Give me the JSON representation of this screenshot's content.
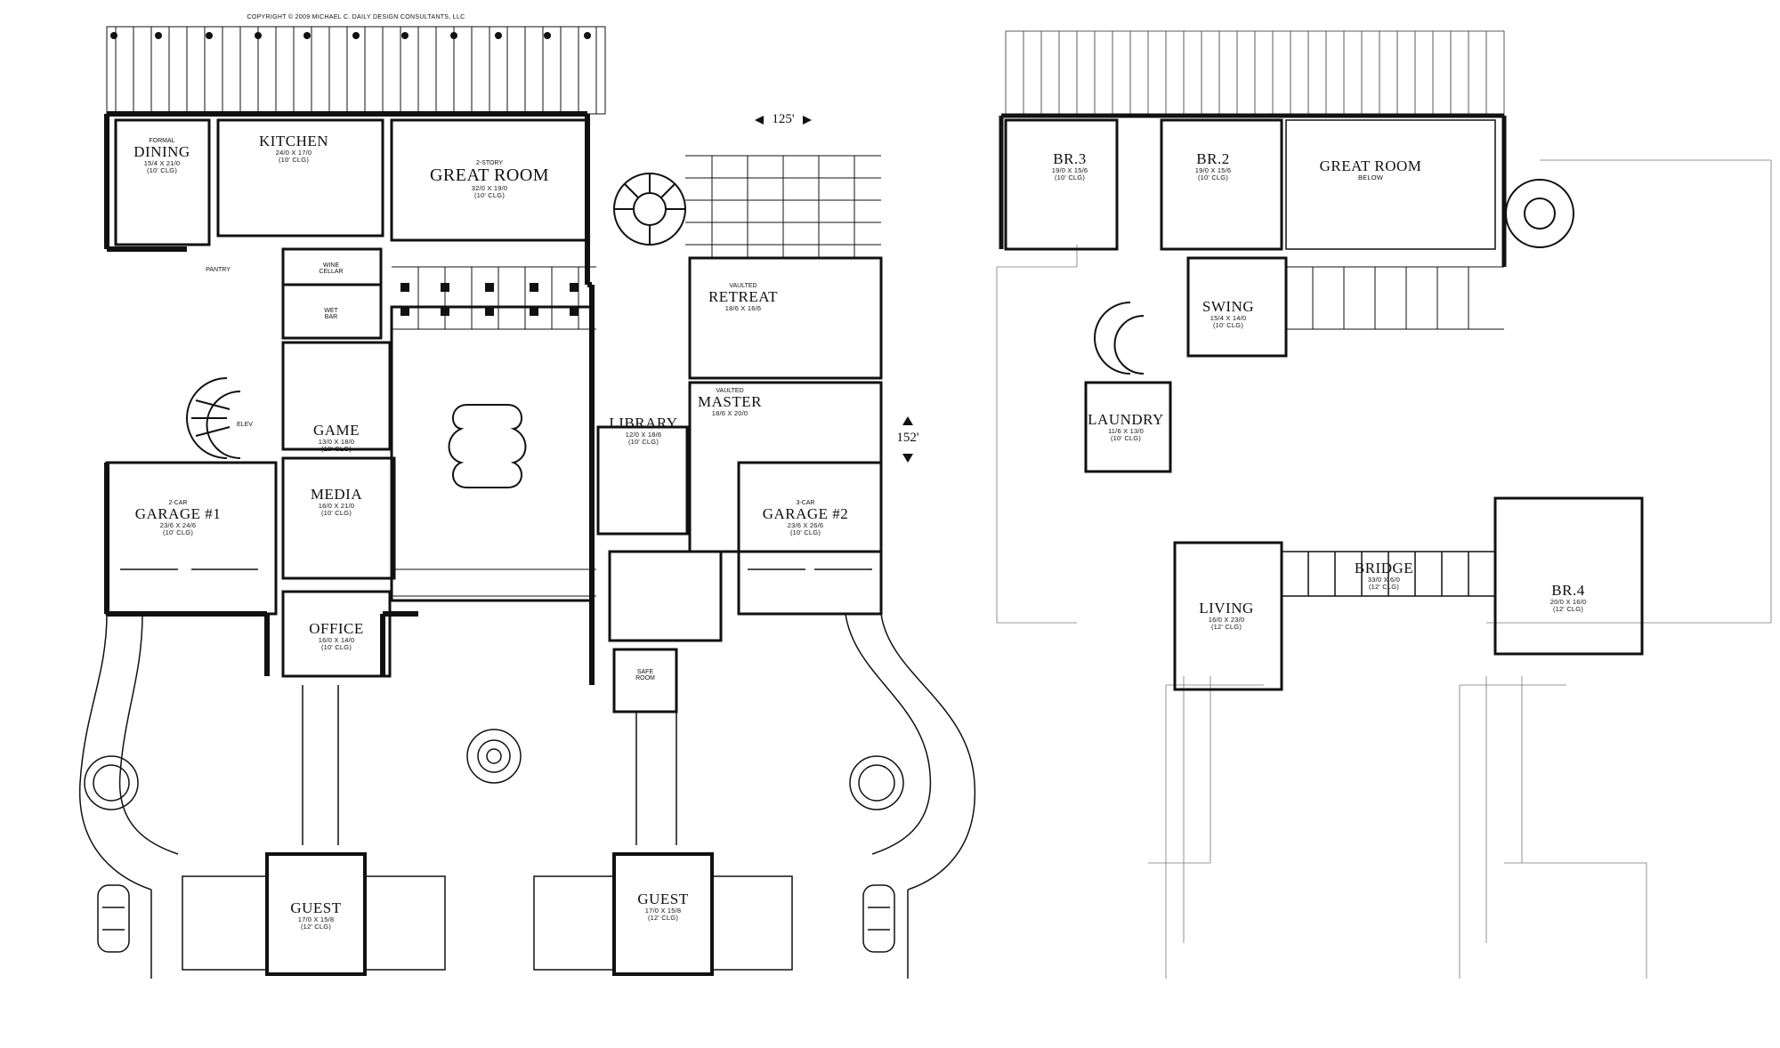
{
  "copyright": "COPYRIGHT © 2009 MICHAEL C. DAILY DESIGN CONSULTANTS, LLC",
  "dimensions": {
    "width_mark": "125'",
    "depth_mark": "152'"
  },
  "first_floor": {
    "kitchen": {
      "name": "KITCHEN",
      "dims": "24/0 X 17/0",
      "ceiling": "(10' CLG)"
    },
    "dining": {
      "prefix": "FORMAL",
      "name": "DINING",
      "dims": "15/4 X 21/0",
      "ceiling": "(10' CLG)"
    },
    "great_room": {
      "prefix": "2-STORY",
      "name": "GREAT ROOM",
      "dims": "32/0 X 19/0",
      "ceiling": "(10' CLG)"
    },
    "pantry": "PANTRY",
    "wine_cellar": [
      "WINE",
      "CELLAR"
    ],
    "wet_bar": [
      "WET",
      "BAR"
    ],
    "elev": "ELEV",
    "game": {
      "name": "GAME",
      "dims": "13/0 X 18/0",
      "ceiling": "(10' CLG)"
    },
    "media": {
      "name": "MEDIA",
      "dims": "16/0 X 21/0",
      "ceiling": "(10' CLG)"
    },
    "office": {
      "name": "OFFICE",
      "dims": "16/0 X 14/0",
      "ceiling": "(10' CLG)"
    },
    "garage1": {
      "prefix": "2-CAR",
      "name": "GARAGE #1",
      "dims": "23/6 X 24/6",
      "ceiling": "(10' CLG)"
    },
    "garage2": {
      "prefix": "3-CAR",
      "name": "GARAGE #2",
      "dims": "23/6 X 26/6",
      "ceiling": "(10' CLG)"
    },
    "retreat": {
      "prefix": "VAULTED",
      "name": "RETREAT",
      "dims": "18/6 X 16/6"
    },
    "master": {
      "prefix": "VAULTED",
      "name": "MASTER",
      "dims": "18/6 X 20/0"
    },
    "library": {
      "name": "LIBRARY",
      "dims": "12/0 X 18/6",
      "ceiling": "(10' CLG)"
    },
    "safe_room": [
      "SAFE",
      "ROOM"
    ],
    "guest_left": {
      "name": "GUEST",
      "dims": "17/0 X 15/8",
      "ceiling": "(12' CLG)"
    },
    "guest_right": {
      "name": "GUEST",
      "dims": "17/0 X 15/8",
      "ceiling": "(12' CLG)"
    }
  },
  "second_floor": {
    "br3": {
      "name": "BR.3",
      "dims": "19/0 X 15/6",
      "ceiling": "(10' CLG)"
    },
    "br2": {
      "name": "BR.2",
      "dims": "19/0 X 15/6",
      "ceiling": "(10' CLG)"
    },
    "great_room_below": {
      "name": "GREAT ROOM",
      "note": "BELOW"
    },
    "swing": {
      "name": "SWING",
      "dims": "15/4 X 14/0",
      "ceiling": "(10' CLG)"
    },
    "laundry": {
      "name": "LAUNDRY",
      "dims": "11/6 X 13/0",
      "ceiling": "(10' CLG)"
    },
    "bridge": {
      "name": "BRIDGE",
      "dims": "33/0 X 6/0",
      "ceiling": "(12' CLG)"
    },
    "living": {
      "name": "LIVING",
      "dims": "16/0 X 23/0",
      "ceiling": "(12' CLG)"
    },
    "br4": {
      "name": "BR.4",
      "dims": "20/0 X 16/0",
      "ceiling": "(12' CLG)"
    }
  }
}
